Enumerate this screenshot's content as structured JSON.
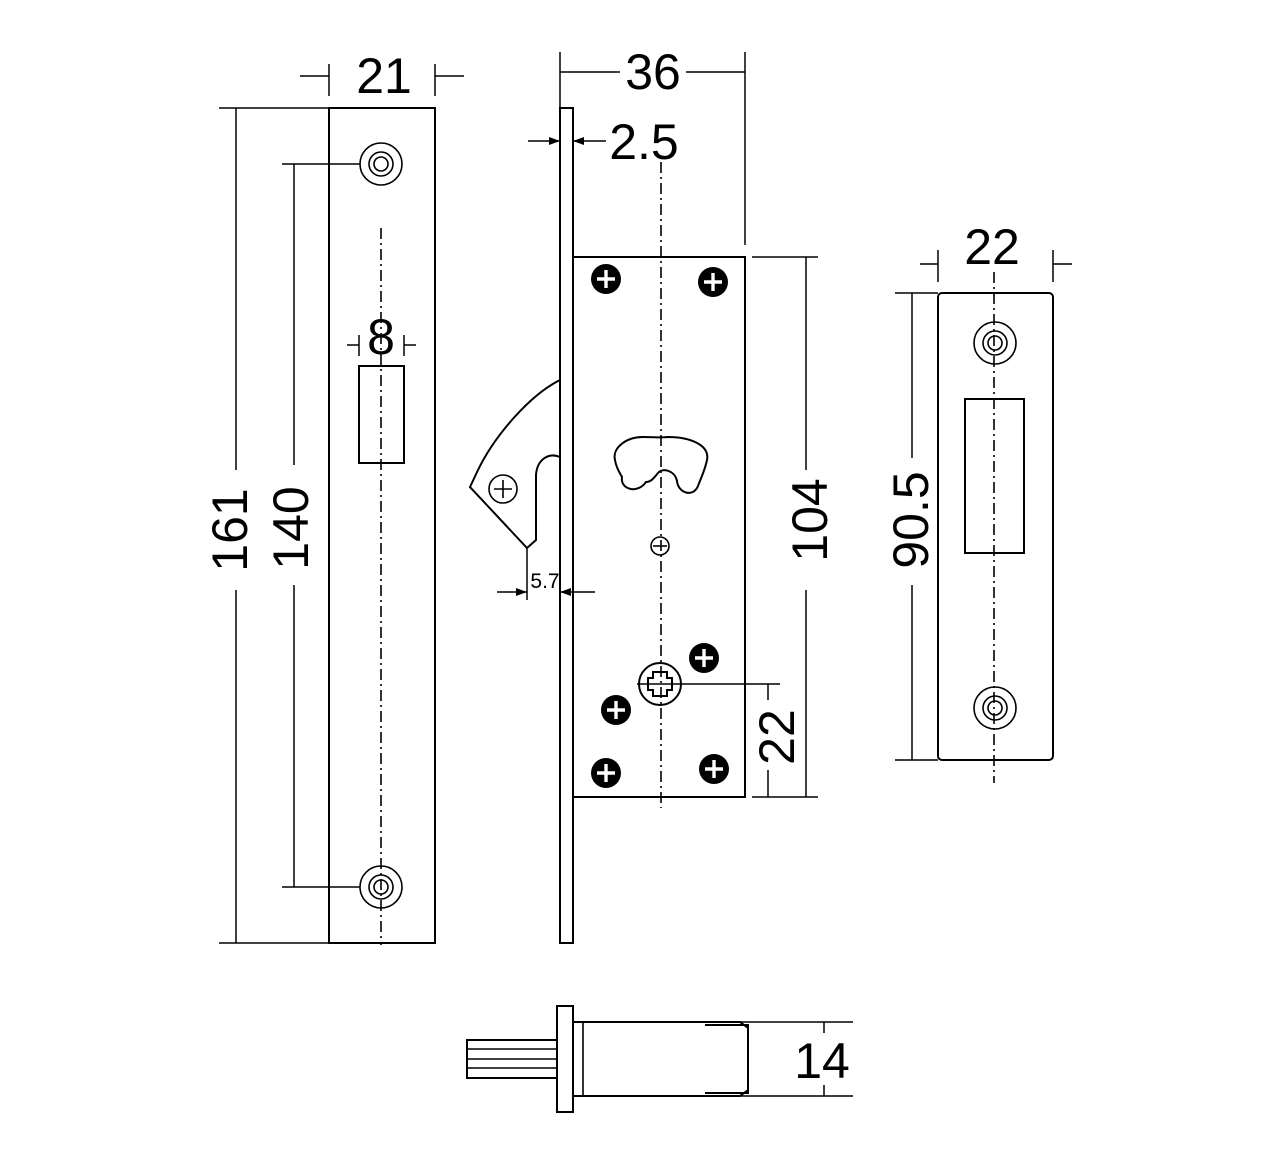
{
  "diagram": {
    "dimensions": {
      "faceplate_width": "21",
      "faceplate_height": "161",
      "screw_spacing": "140",
      "bolt_slot_width": "8",
      "body_depth": "36",
      "faceplate_thickness": "2.5",
      "hook_offset": "5.7",
      "body_height": "104",
      "spindle_to_bottom": "22",
      "strike_width": "22",
      "strike_height": "90.5",
      "bolt_width": "14"
    }
  },
  "colors": {
    "line": "#000000",
    "background": "#ffffff"
  }
}
